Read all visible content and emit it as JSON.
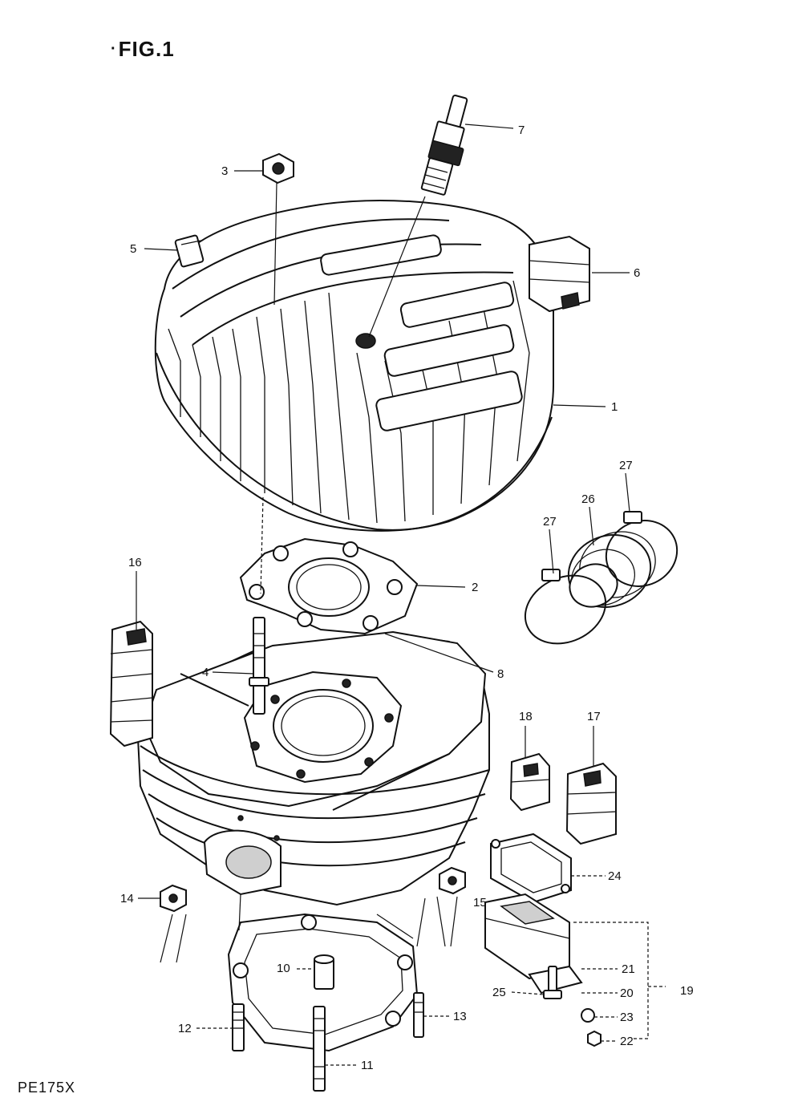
{
  "figure": {
    "title": "FIG.1",
    "model_code": "PE175X"
  },
  "callouts": {
    "c1": "1",
    "c2": "2",
    "c3": "3",
    "c4": "4",
    "c5": "5",
    "c6": "6",
    "c7": "7",
    "c8": "8",
    "c10": "10",
    "c11": "11",
    "c12": "12",
    "c13": "13",
    "c14": "14",
    "c15": "15",
    "c16": "16",
    "c17": "17",
    "c18": "18",
    "c19": "19",
    "c20": "20",
    "c21": "21",
    "c22": "22",
    "c23": "23",
    "c24": "24",
    "c25": "25",
    "c26": "26",
    "c27a": "27",
    "c27b": "27"
  }
}
